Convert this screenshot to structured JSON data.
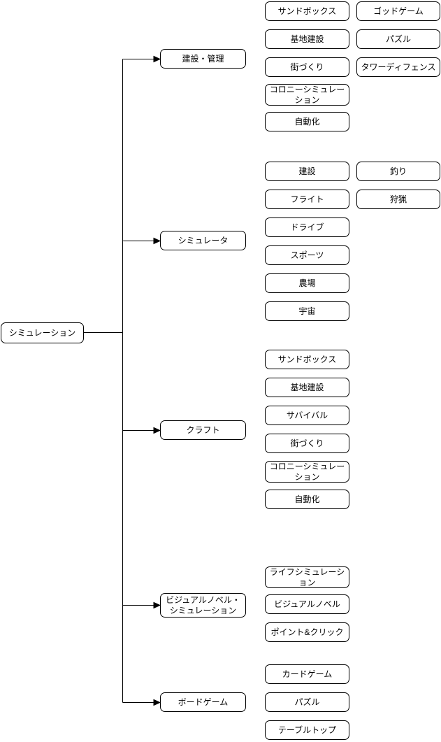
{
  "diagram": {
    "title": "simulation-genre-tree",
    "root": {
      "label": "シミュレーション"
    },
    "branches": [
      {
        "label": "建設・管理",
        "col1": [
          "サンドボックス",
          "基地建設",
          "街づくり",
          "コロニーシミュレーション",
          "自動化"
        ],
        "col2": [
          "ゴッドゲーム",
          "パズル",
          "タワーディフェンス"
        ]
      },
      {
        "label": "シミュレータ",
        "col1": [
          "建設",
          "フライト",
          "ドライブ",
          "スポーツ",
          "農場",
          "宇宙"
        ],
        "col2": [
          "釣り",
          "狩猟"
        ]
      },
      {
        "label": "クラフト",
        "col1": [
          "サンドボックス",
          "基地建設",
          "サバイバル",
          "街づくり",
          "コロニーシミュレーション",
          "自動化"
        ],
        "col2": []
      },
      {
        "label": "ビジュアルノベル・シミュレーション",
        "col1": [
          "ライフシミュレーション",
          "ビジュアルノベル",
          "ポイント&クリック"
        ],
        "col2": []
      },
      {
        "label": "ボードゲーム",
        "col1": [
          "カードゲーム",
          "パズル",
          "テーブルトップ"
        ],
        "col2": []
      }
    ],
    "colors": {
      "line": "#000000",
      "node_border": "#000000",
      "node_fill": "#ffffff",
      "text": "#000000",
      "canvas_bg": "#ffffff"
    }
  }
}
